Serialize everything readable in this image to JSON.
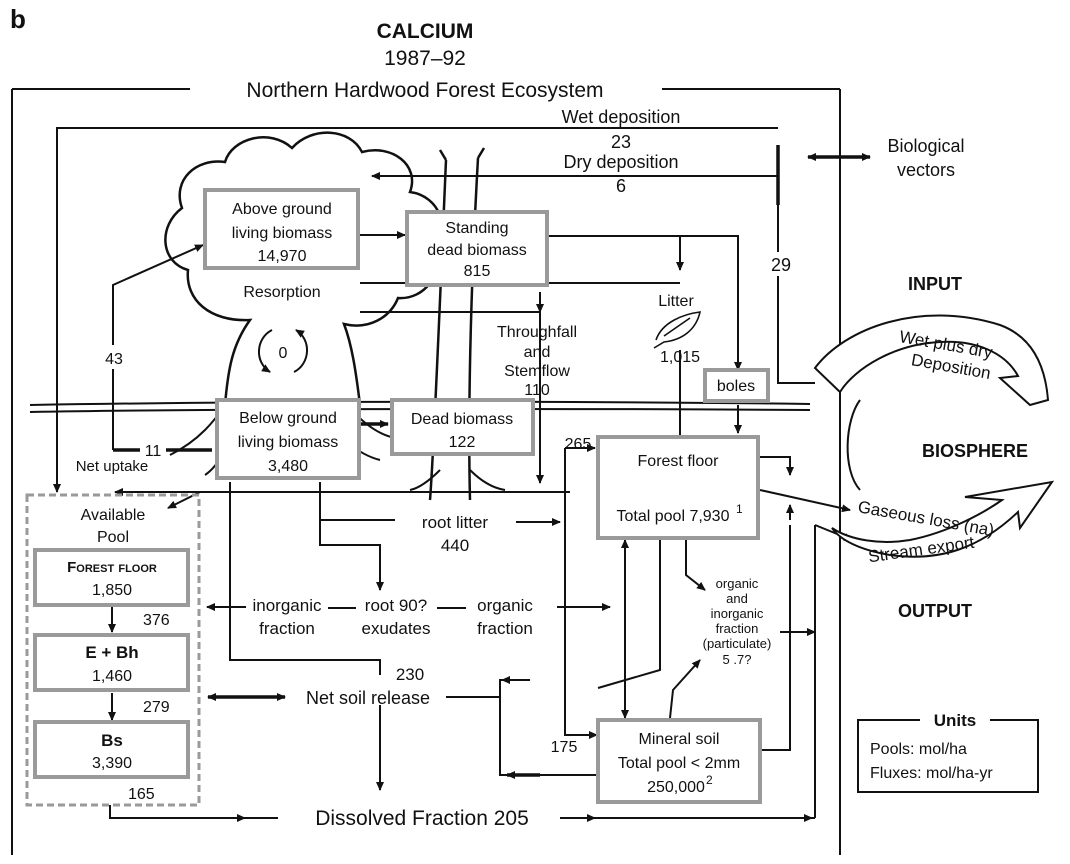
{
  "panel_letter": "b",
  "header": {
    "title": "CALCIUM",
    "years": "1987–92",
    "ecosystem": "Northern Hardwood Forest Ecosystem"
  },
  "inputs": {
    "wet_deposition_label": "Wet deposition",
    "wet_deposition_value": "23",
    "dry_deposition_label": "Dry deposition",
    "dry_deposition_value": "6",
    "total_input": "29",
    "biological_vectors_line1": "Biological",
    "biological_vectors_line2": "vectors"
  },
  "boxes": {
    "above_ground": {
      "line1": "Above ground",
      "line2": "living biomass",
      "value": "14,970"
    },
    "standing_dead": {
      "line1": "Standing",
      "line2": "dead biomass",
      "value": "815"
    },
    "below_ground": {
      "line1": "Below ground",
      "line2": "living biomass",
      "value": "3,480"
    },
    "dead_biomass": {
      "line1": "Dead biomass",
      "value": "122"
    },
    "boles": {
      "label": "boles"
    },
    "forest_floor": {
      "label": "Forest floor",
      "pool": "Total pool 7,930",
      "sup": "1"
    },
    "mineral_soil": {
      "line1": "Mineral soil",
      "line2": "Total pool < 2mm",
      "value": "250,000",
      "sup": "2"
    }
  },
  "available_pool": {
    "title_line1": "Available",
    "title_line2": "Pool",
    "forest_floor": {
      "label": "Forest floor",
      "value": "1,850"
    },
    "ebh": {
      "label": "E + Bh",
      "value": "1,460"
    },
    "bs": {
      "label": "Bs",
      "value": "3,390"
    },
    "flow_ff_to_ebh": "376",
    "flow_ebh_to_bs": "279",
    "flow_bs_out": "165"
  },
  "fluxes": {
    "resorption_label": "Resorption",
    "resorption_value": "0",
    "uptake_above": "43",
    "uptake_below": "11",
    "net_uptake_label": "Net uptake",
    "litter_label": "Litter",
    "litter_value": "1,015",
    "throughfall_line1": "Throughfall",
    "throughfall_line2": "and",
    "throughfall_line3": "Stemflow",
    "throughfall_value": "110",
    "ff_to_pool": "265",
    "root_litter_label": "root litter",
    "root_litter_value": "440",
    "inorganic_line1": "inorganic",
    "inorganic_line2": "fraction",
    "root_exudates_line1": "root 90?",
    "root_exudates_line2": "exudates",
    "organic_line1": "organic",
    "organic_line2": "fraction",
    "particulate_line1": "organic",
    "particulate_line2": "and",
    "particulate_line3": "inorganic",
    "particulate_line4": "fraction",
    "particulate_line5": "(particulate)",
    "particulate_value": "5 .7?",
    "net_soil_release_value": "230",
    "net_soil_release_label": "Net soil release",
    "mineral_soil_flux": "175",
    "dissolved_fraction": "Dissolved Fraction 205"
  },
  "cycle": {
    "input_label": "INPUT",
    "deposition_line1": "Wet plus dry",
    "deposition_line2": "Deposition",
    "biosphere_label": "BIOSPHERE",
    "gaseous_loss": "Gaseous loss (na)",
    "stream_export": "Stream export",
    "output_label": "OUTPUT"
  },
  "units": {
    "title": "Units",
    "pools": "Pools:  mol/ha",
    "fluxes": "Fluxes: mol/ha-yr"
  }
}
